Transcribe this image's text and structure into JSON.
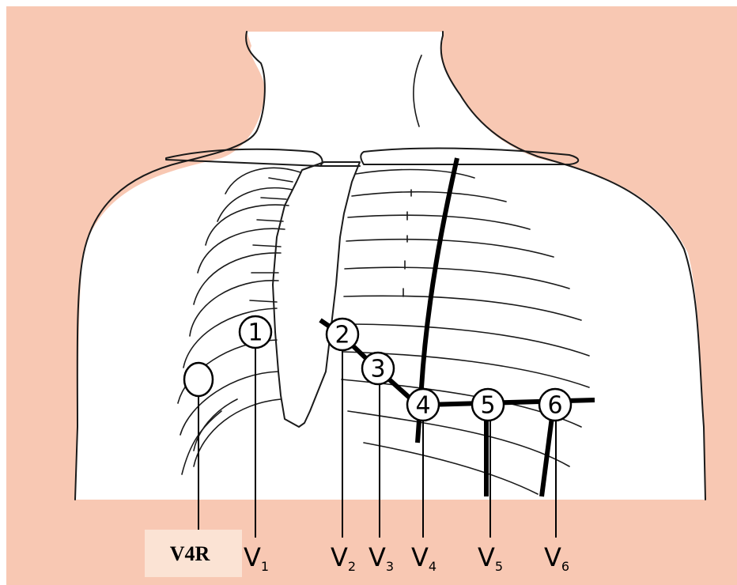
{
  "electrodes": [
    {
      "id": "v1",
      "number": "1",
      "lead": "V",
      "sub": "1"
    },
    {
      "id": "v2",
      "number": "2",
      "lead": "V",
      "sub": "2"
    },
    {
      "id": "v3",
      "number": "3",
      "lead": "V",
      "sub": "3"
    },
    {
      "id": "v4",
      "number": "4",
      "lead": "V",
      "sub": "4"
    },
    {
      "id": "v5",
      "number": "5",
      "lead": "V",
      "sub": "5"
    },
    {
      "id": "v6",
      "number": "6",
      "lead": "V",
      "sub": "6"
    }
  ],
  "v4r": {
    "label": "V4R"
  },
  "colors": {
    "skin_background": "#f8c8b3",
    "label_box": "#fbe3d4",
    "ink": "#000000"
  }
}
